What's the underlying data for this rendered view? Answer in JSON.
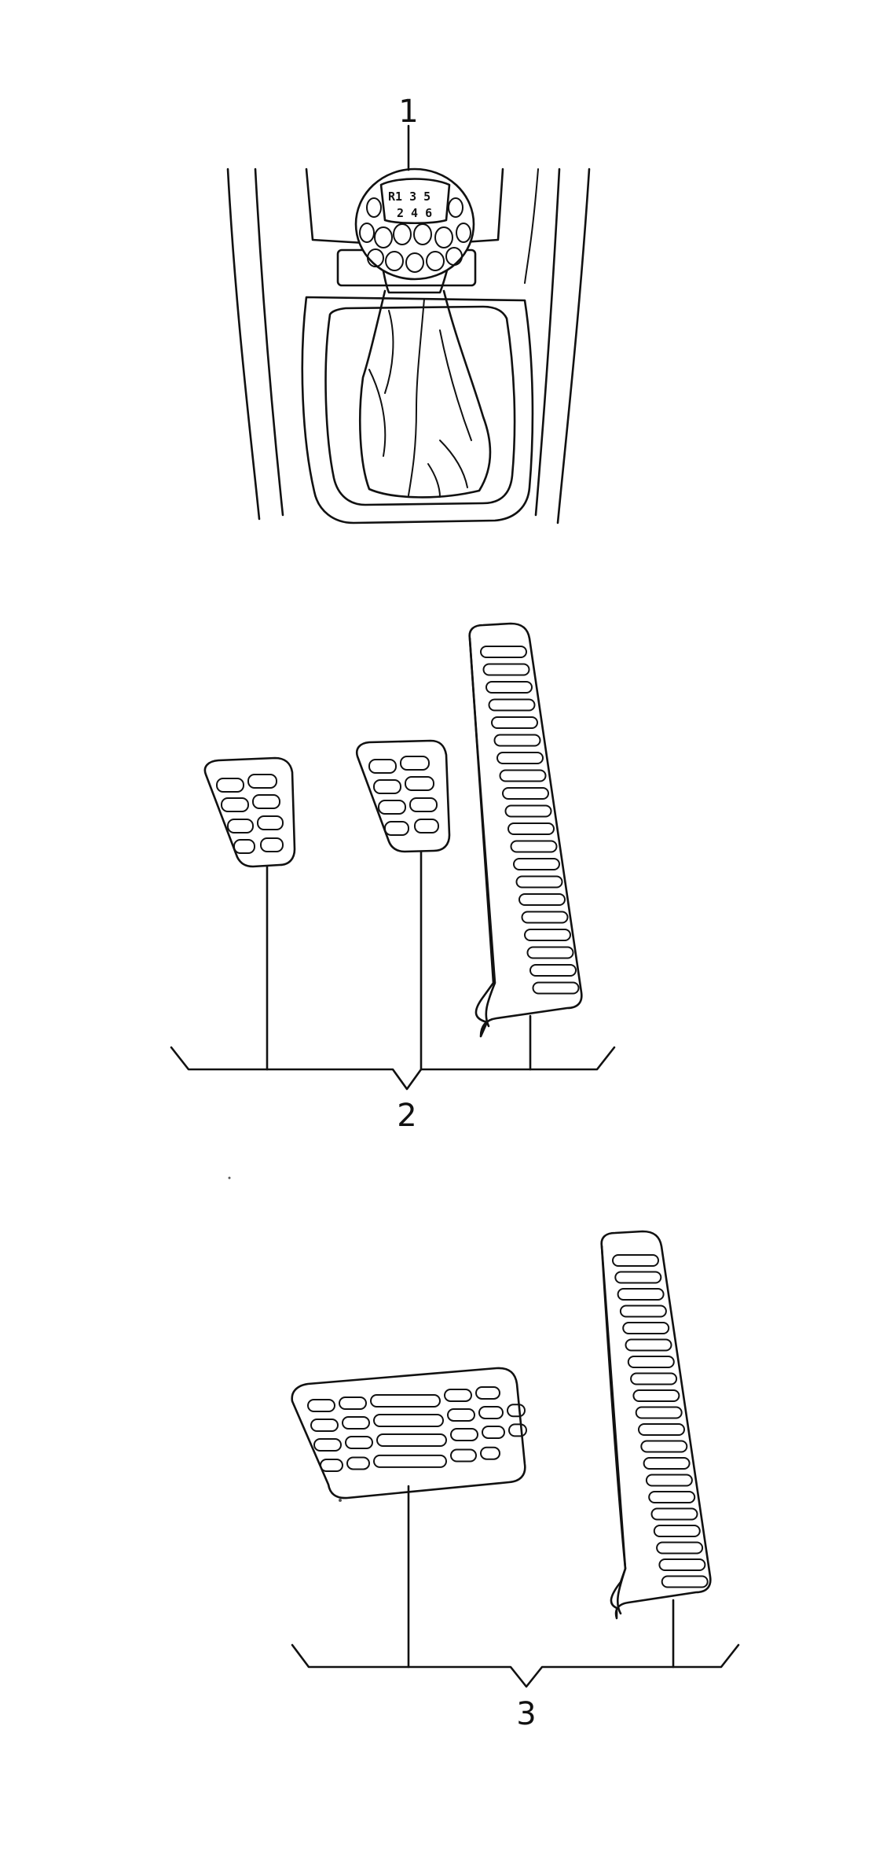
{
  "callouts": [
    {
      "id": "1",
      "label": "1",
      "part": "gear-knob"
    },
    {
      "id": "2",
      "label": "2",
      "part": "pedal-set-lhd"
    },
    {
      "id": "3",
      "label": "3",
      "part": "pedal-set-automatic"
    }
  ],
  "gear_knob": {
    "shift_pattern_top": "R1 3 5",
    "shift_pattern_bottom": "2 4 6"
  },
  "colors": {
    "line": "#111111",
    "background": "#ffffff"
  }
}
